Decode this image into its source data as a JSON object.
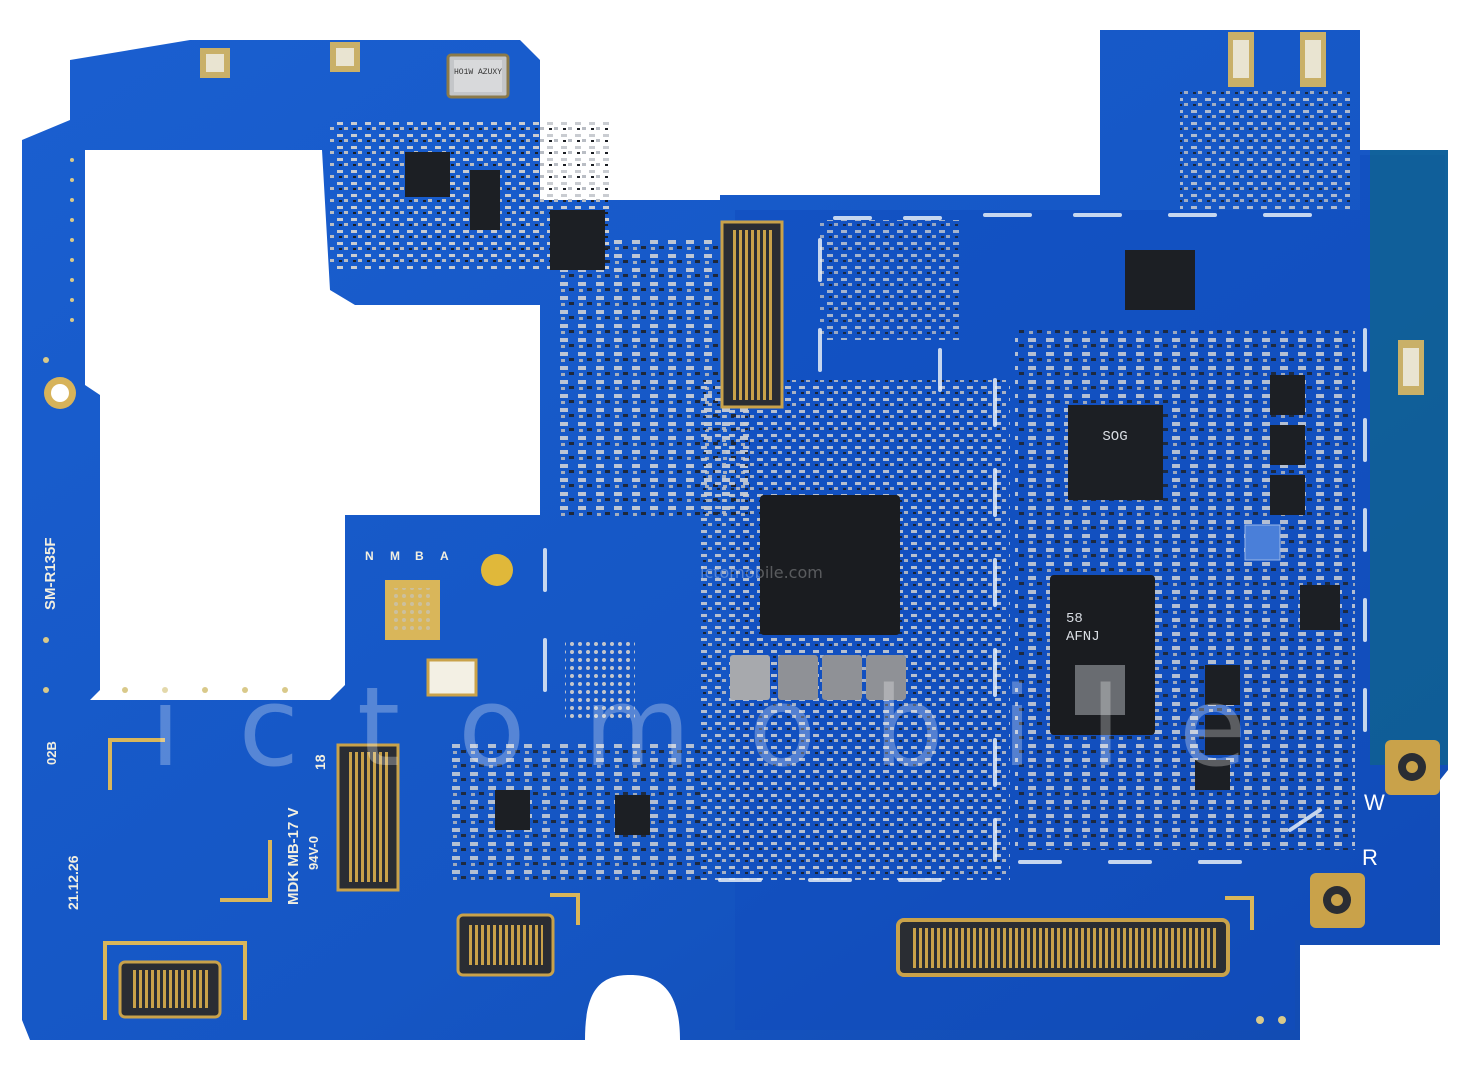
{
  "photo": {
    "subject": "PCB",
    "colors": {
      "board": "#1556c4",
      "board_dark": "#0e3f9e",
      "background": "#ffffff",
      "gold": "#d9b65a",
      "silkscreen": "#f2efe0",
      "chip": "#1c1f24"
    }
  },
  "silkscreen": {
    "model": "SM-R135F",
    "mark_r": "R",
    "mark_w": "W",
    "revision": "02B",
    "date": "21.12.26",
    "maker": "MDK MB-17 V",
    "rating": "94V-0",
    "layer": "18",
    "test_letters": [
      "N",
      "M",
      "B",
      "A"
    ]
  },
  "chips": {
    "crystal": "HO1W AZUXY",
    "pmic_label": "SOG",
    "emmc_line1": "58",
    "emmc_line2": "AFNJ"
  },
  "watermark": {
    "text": "ictomobile.com",
    "big": "ictomobile"
  }
}
